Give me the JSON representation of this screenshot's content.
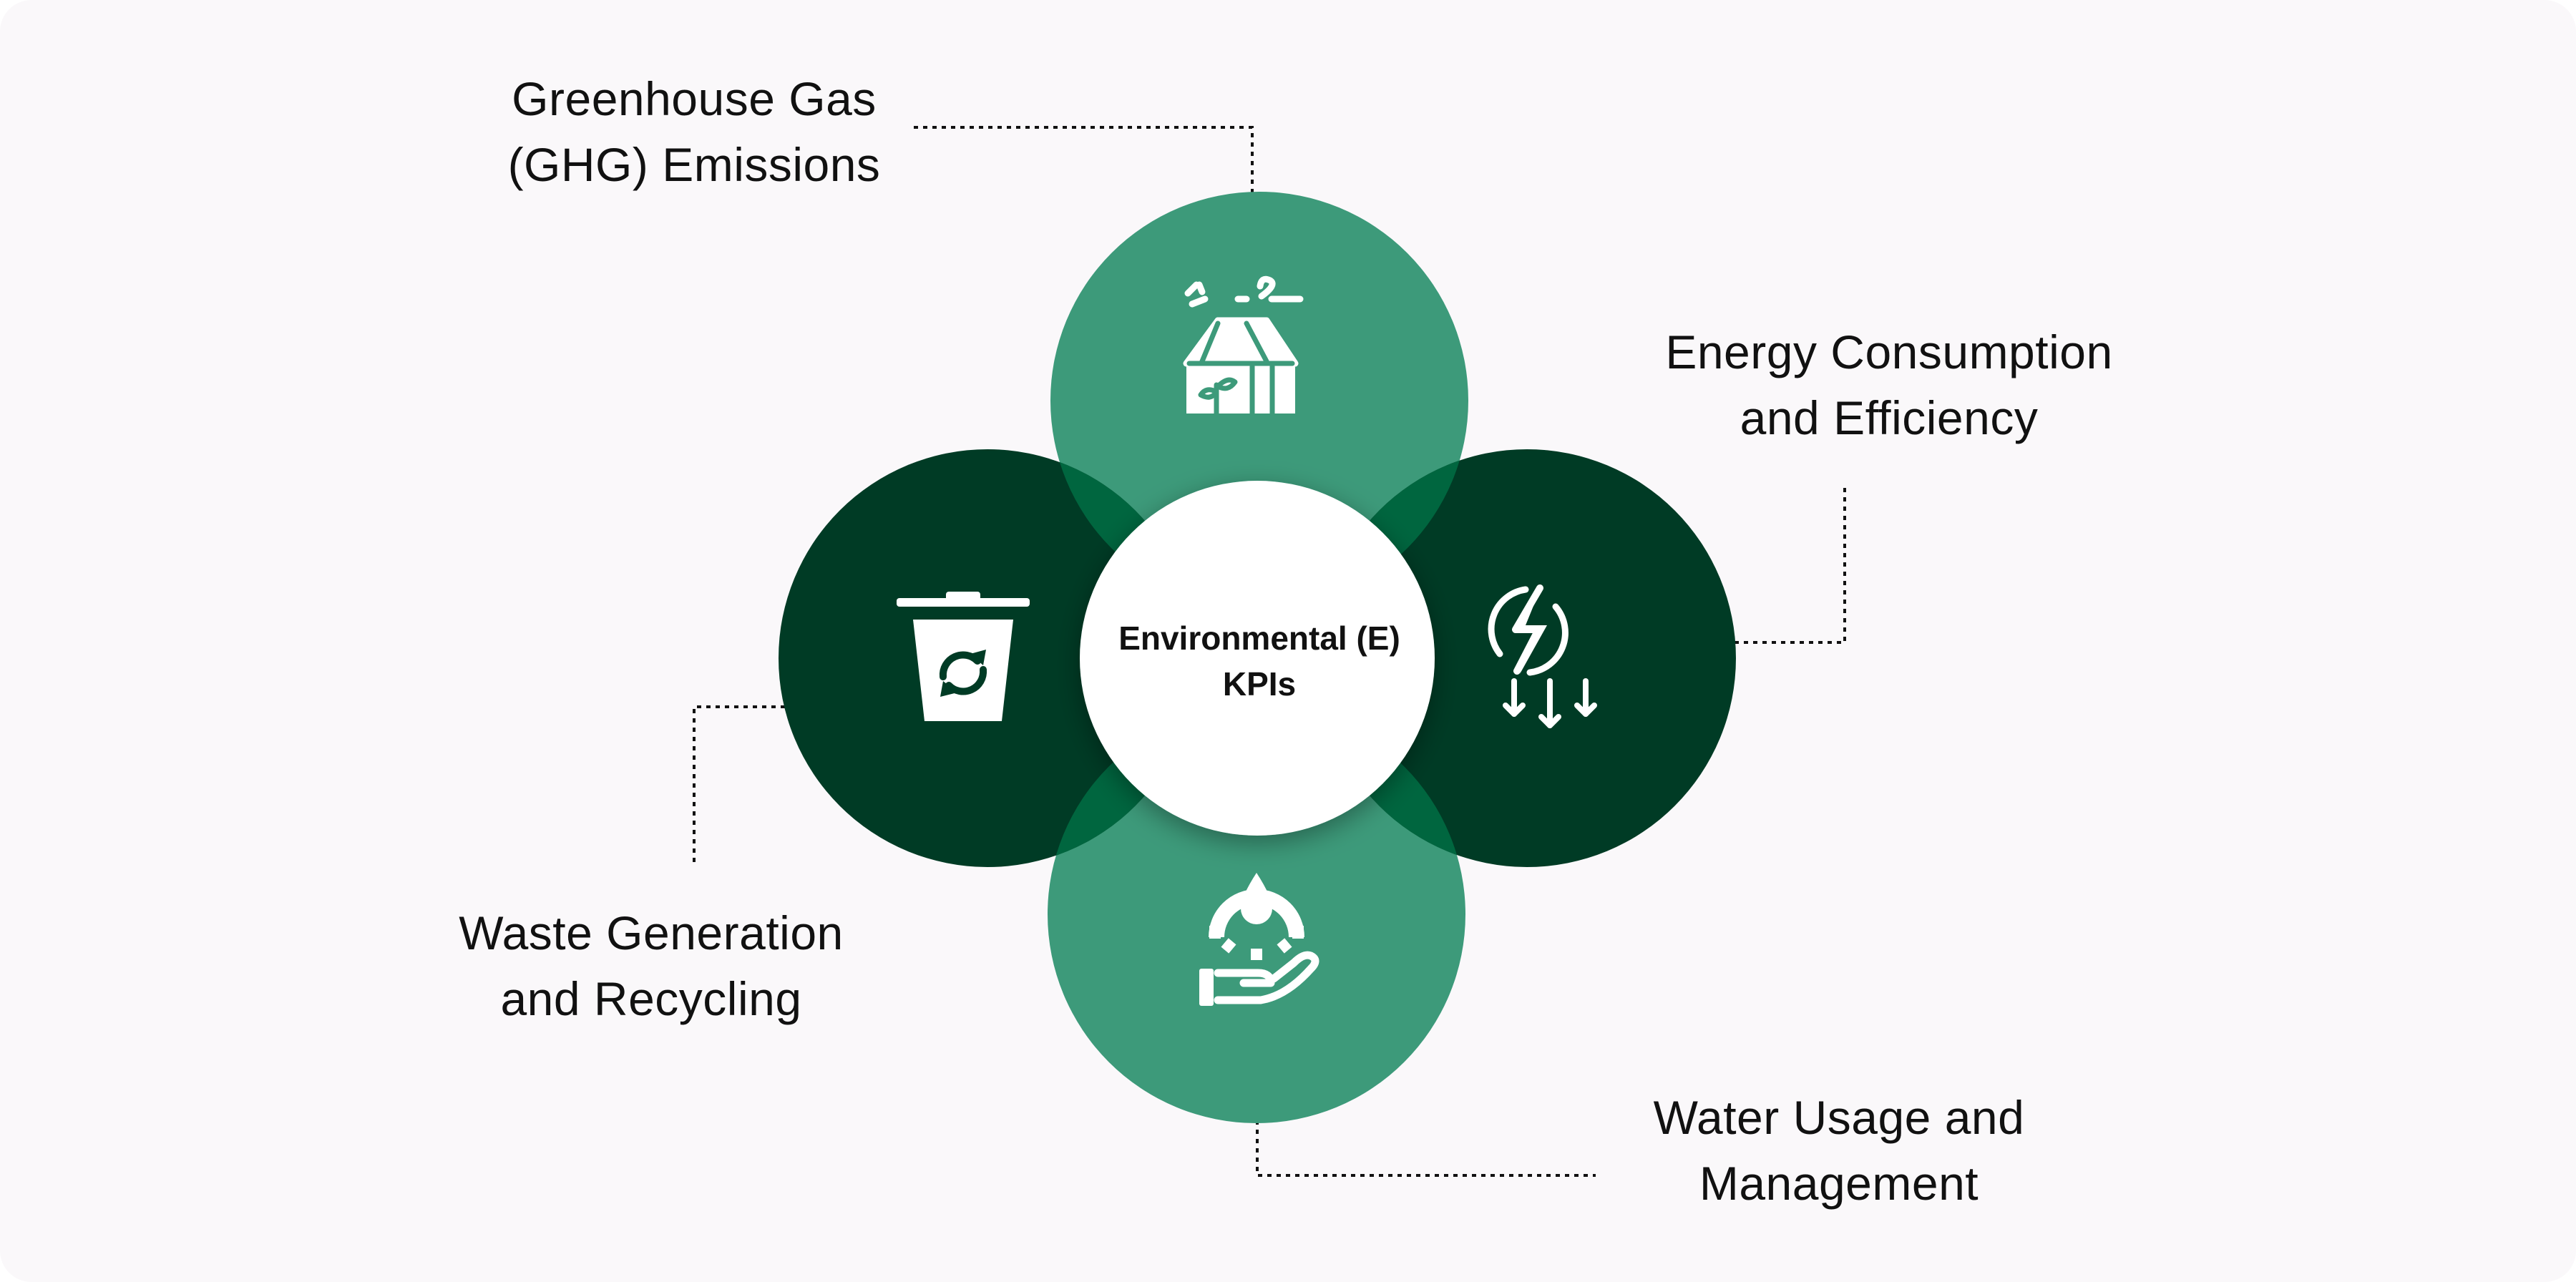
{
  "center": {
    "line1": "Environmental (E)",
    "line2": "KPIs"
  },
  "kpis": [
    {
      "id": "ghg",
      "line1": "Greenhouse Gas",
      "line2": "(GHG) Emissions",
      "icon": "greenhouse-icon"
    },
    {
      "id": "energy",
      "line1": "Energy Consumption",
      "line2": "and Efficiency",
      "icon": "energy-icon"
    },
    {
      "id": "waste",
      "line1": "Waste Generation",
      "line2": "and Recycling",
      "icon": "recycle-bin-icon"
    },
    {
      "id": "water",
      "line1": "Water Usage and",
      "line2": "Management",
      "icon": "water-hand-icon"
    }
  ],
  "colors": {
    "background": "#faf8fa",
    "light_green": "#3d9a7a",
    "dark_green": "#003b25",
    "overlap_green": "#00663f",
    "center_fill": "#ffffff",
    "connector": "#111111"
  }
}
